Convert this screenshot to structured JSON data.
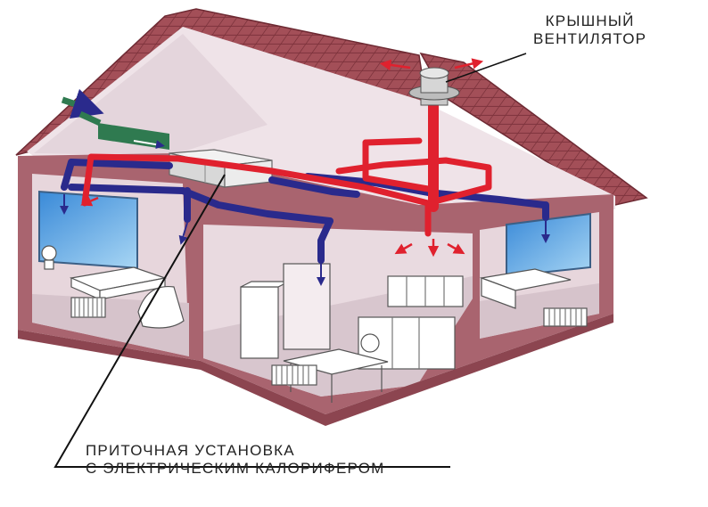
{
  "labels": {
    "roof_fan_line1": "КРЫШНЫЙ",
    "roof_fan_line2": "ВЕНТИЛЯТОР",
    "supply_unit_line1": "ПРИТОЧНАЯ УСТАНОВКА",
    "supply_unit_line2": "С ЭЛЕКТРИЧЕСКИМ КАЛОРИФЕРОМ"
  },
  "colors": {
    "roof": "#9c4a52",
    "walls": "#a9646f",
    "wall_fill": "#e9d8de",
    "supply_duct": "#2a2a8c",
    "exhaust_duct": "#e0212e",
    "inlet_duct": "#2f7a50",
    "window": "#5fa9e6"
  }
}
